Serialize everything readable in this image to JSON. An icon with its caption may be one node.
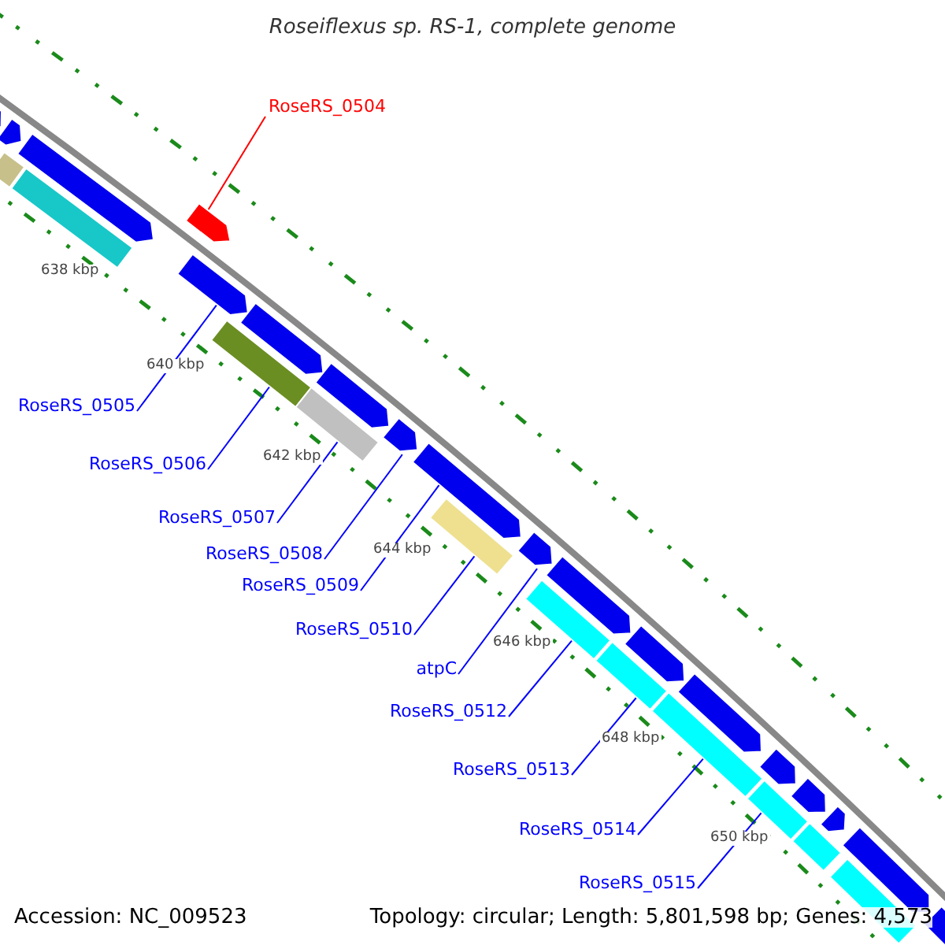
{
  "diagram": {
    "title": "Roseiflexus sp. RS-1, complete genome",
    "nodes": [
      {
        "text": [
          "RoseRS_0504"
        ]
      },
      {
        "text": [
          "RoseRS_0505"
        ]
      },
      {
        "text": [
          "RoseRS_0506"
        ]
      },
      {
        "text": [
          "RoseRS_0507"
        ]
      },
      {
        "text": [
          "RoseRS_0508"
        ]
      },
      {
        "text": [
          "RoseRS_0509"
        ]
      },
      {
        "text": [
          "RoseRS_0510"
        ]
      },
      {
        "text": [
          "atpC"
        ]
      },
      {
        "text": [
          "RoseRS_0512"
        ]
      },
      {
        "text": [
          "RoseRS_0513"
        ]
      },
      {
        "text": [
          "RoseRS_0514"
        ]
      },
      {
        "text": [
          "RoseRS_0515"
        ]
      },
      {
        "text": [],
        "shape": "pentagon"
      },
      {
        "text": [],
        "shape": "bar"
      },
      {
        "text": [],
        "shape": "pentagon"
      },
      {
        "text": [],
        "shape": "bar"
      },
      {
        "text": [],
        "shape": "pentagon"
      },
      {
        "text": [],
        "shape": "pentagon"
      },
      {
        "text": [],
        "shape": "pentagon"
      },
      {
        "text": [],
        "shape": "bar"
      },
      {
        "text": [],
        "shape": "pentagon"
      },
      {
        "text": [],
        "shape": "pentagon"
      },
      {
        "text": [],
        "shape": "bar"
      },
      {
        "text": [],
        "shape": "pentagon"
      },
      {
        "text": [],
        "shape": "pentagon"
      },
      {
        "text": [],
        "shape": "bar"
      },
      {
        "text": [],
        "shape": "pentagon"
      },
      {
        "text": [],
        "shape": "bar"
      },
      {
        "text": [],
        "shape": "pentagon"
      },
      {
        "text": [],
        "shape": "bar"
      },
      {
        "text": [],
        "shape": "pentagon"
      },
      {
        "text": [],
        "shape": "bar"
      },
      {
        "text": [],
        "shape": "pentagon"
      },
      {
        "text": [],
        "shape": "pentagon"
      },
      {
        "text": [],
        "shape": "bar"
      },
      {
        "text": [],
        "shape": "pentagon"
      },
      {
        "text": [],
        "shape": "bar"
      },
      {
        "text": [],
        "shape": "pentagon"
      },
      {
        "text": [],
        "shape": "pentagon"
      },
      {
        "text": [],
        "shape": "bar"
      },
      {
        "text": [],
        "shape": "pentagon"
      }
    ],
    "edges": [
      {
        "from": 0,
        "to": 17,
        "arrow": "none",
        "color": "#ff0000"
      },
      {
        "from": 1,
        "to": 18,
        "arrow": "none"
      },
      {
        "from": 2,
        "to": 19,
        "arrow": "none"
      },
      {
        "from": 3,
        "to": 22,
        "arrow": "none"
      },
      {
        "from": 4,
        "to": 23,
        "arrow": "none"
      },
      {
        "from": 5,
        "to": 24,
        "arrow": "none"
      },
      {
        "from": 6,
        "to": 25,
        "arrow": "none"
      },
      {
        "from": 7,
        "to": 26,
        "arrow": "none"
      },
      {
        "from": 8,
        "to": 27,
        "arrow": "none"
      },
      {
        "from": 9,
        "to": 29,
        "arrow": "none"
      },
      {
        "from": 10,
        "to": 31,
        "arrow": "none"
      },
      {
        "from": 11,
        "to": 34,
        "arrow": "none"
      }
    ],
    "labels": [
      "638 kbp",
      "640 kbp",
      "642 kbp",
      "644 kbp",
      "646 kbp",
      "648 kbp",
      "650 kbp",
      "Accession: NC_009523",
      "Topology: circular; Length: 5,801,598 bp; Genes: 4,573"
    ]
  }
}
